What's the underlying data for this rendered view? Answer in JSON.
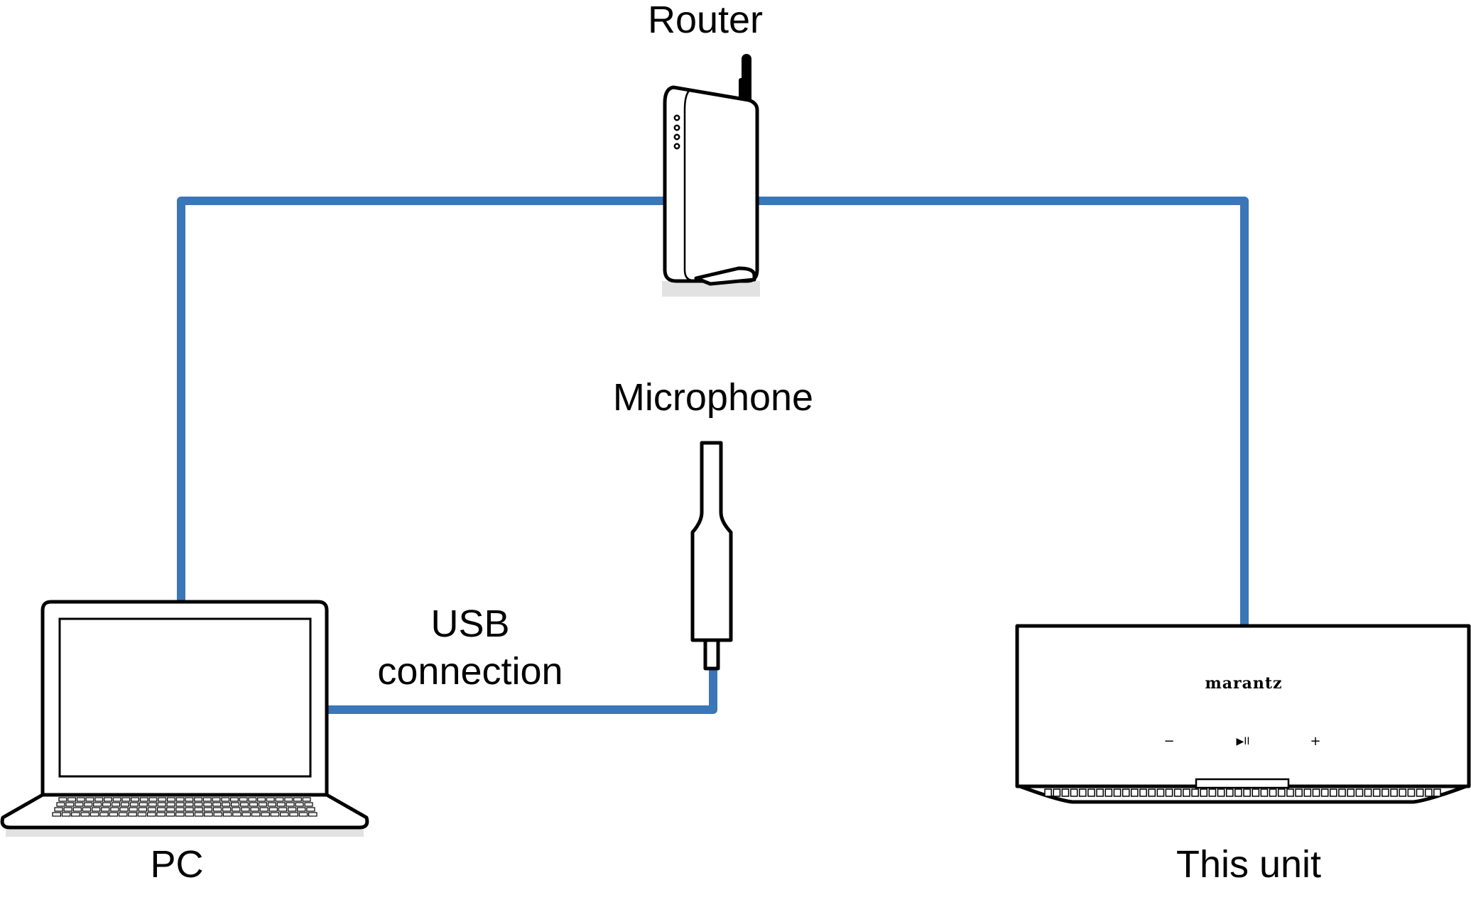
{
  "labels": {
    "router": "Router",
    "microphone": "Microphone",
    "usb_line1": "USB",
    "usb_line2": "connection",
    "pc": "PC",
    "unit": "This unit",
    "brand": "marantz"
  },
  "unit_controls": {
    "minus": "−",
    "play_pause": "▶II",
    "plus": "+"
  },
  "colors": {
    "cable": "#3a76b8",
    "outline": "#000000",
    "background": "#ffffff"
  },
  "icons": {
    "router": "router-icon",
    "microphone": "microphone-icon",
    "pc": "laptop-icon",
    "unit": "network-player-icon"
  }
}
